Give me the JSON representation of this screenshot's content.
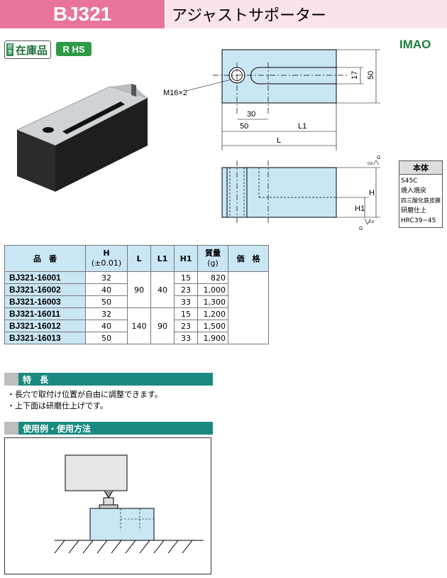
{
  "header": {
    "code": "BJ321",
    "name": "アジャストサポーター"
  },
  "badges": {
    "stock_small": "標準",
    "stock_label": "在庫品",
    "rohs": "R HS"
  },
  "logo": "IMAO",
  "drawing": {
    "m_label": "M16×2",
    "dim_17": "17",
    "dim_50_v": "50",
    "dim_30": "30",
    "dim_50_h": "50",
    "dim_L1": "L1",
    "dim_L": "L",
    "dim_H": "H",
    "dim_H1": "H1",
    "g_top": "G",
    "g_top_val": "0.8",
    "g_bot": "G",
    "g_bot_val": "0.8"
  },
  "material": {
    "title": "本体",
    "lines": [
      "S45C",
      "焼入焼戻",
      "四三酸化鉄皮膜",
      "研磨仕上",
      "HRC39~45"
    ]
  },
  "table": {
    "headers": {
      "part": "品　番",
      "H": "H",
      "H_tol": "(±0.01)",
      "L": "L",
      "L1": "L1",
      "H1": "H1",
      "mass": "質量",
      "mass_unit": "(g)",
      "price": "価　格"
    },
    "rows": [
      {
        "part": "BJ321-16001",
        "H": "32",
        "H1": "15",
        "mass": "820"
      },
      {
        "part": "BJ321-16002",
        "H": "40",
        "H1": "23",
        "mass": "1,000"
      },
      {
        "part": "BJ321-16003",
        "H": "50",
        "H1": "33",
        "mass": "1,300"
      },
      {
        "part": "BJ321-16011",
        "H": "32",
        "H1": "15",
        "mass": "1,200"
      },
      {
        "part": "BJ321-16012",
        "H": "40",
        "H1": "23",
        "mass": "1,500"
      },
      {
        "part": "BJ321-16013",
        "H": "50",
        "H1": "33",
        "mass": "1,900"
      }
    ],
    "groups": [
      {
        "L": "90",
        "L1": "40"
      },
      {
        "L": "140",
        "L1": "90"
      }
    ]
  },
  "features": {
    "title": "特　長",
    "items": [
      "・長穴で取付け位置が自由に調整できます。",
      "・上下面は研磨仕上げです。"
    ]
  },
  "usage": {
    "title": "使用例・使用方法"
  }
}
